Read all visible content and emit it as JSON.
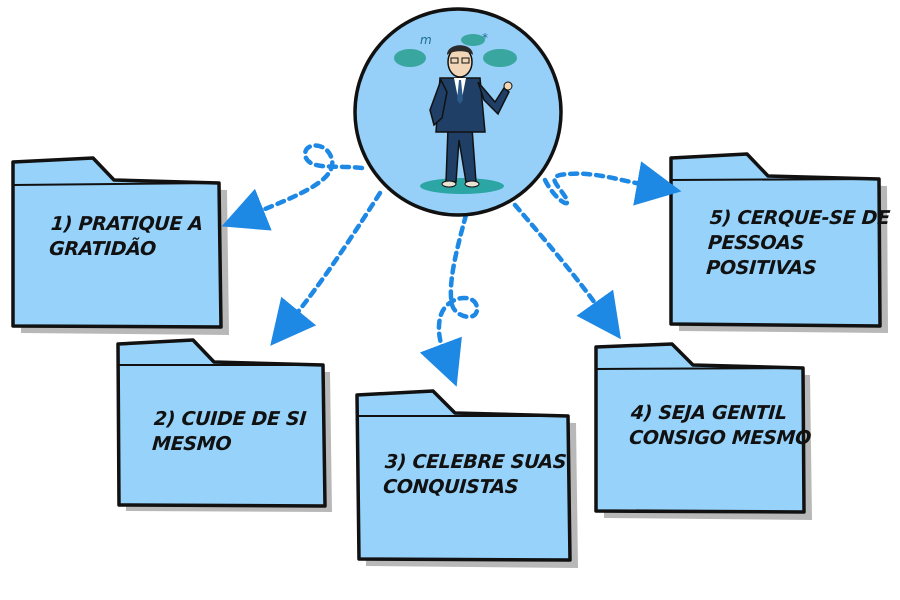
{
  "colors": {
    "folder_fill": "#97d2fa",
    "folder_outline": "#111111",
    "folder_shadow": "#b8b8b8",
    "arrow": "#1e88e5",
    "circle_fill": "#96d0f8",
    "suit": "#1f3f66",
    "speech_bubble": "#3aa6a0",
    "ground": "#2ca6a4"
  },
  "center": {
    "icon": "businessman-with-speech-bubbles",
    "bubble_texts": [
      "m",
      "*"
    ]
  },
  "folders": [
    {
      "id": "gratidao",
      "icon": "folder-icon",
      "label": "1) Pratique a\ngratidão"
    },
    {
      "id": "cuide",
      "icon": "folder-icon",
      "label": "2) Cuide de si\nmesmo"
    },
    {
      "id": "celebre",
      "icon": "folder-icon",
      "label": "3) Celebre suas\nconquistas"
    },
    {
      "id": "gentil",
      "icon": "folder-icon",
      "label": "4) Seja gentil\nconsigo mesmo"
    },
    {
      "id": "cerque",
      "icon": "folder-icon",
      "label": "5) Cerque-se de\npessoas\npositivas"
    }
  ]
}
